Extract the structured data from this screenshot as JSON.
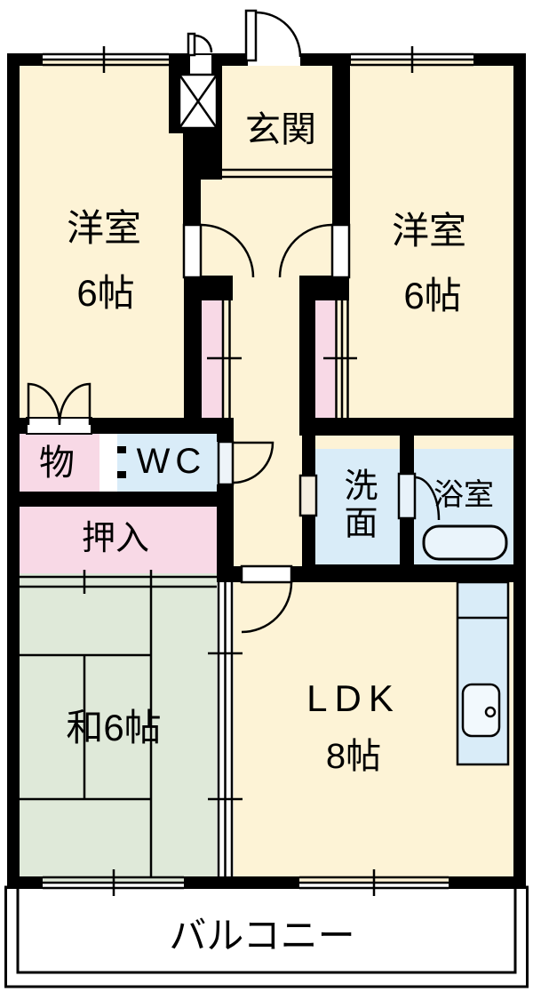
{
  "rooms": {
    "yoshitsu_left": {
      "name": "洋室",
      "size": "6帖"
    },
    "yoshitsu_right": {
      "name": "洋室",
      "size": "6帖"
    },
    "genkan": {
      "name": "玄関"
    },
    "mono": {
      "name": "物"
    },
    "wc": {
      "name": "WC"
    },
    "oshiire": {
      "name": "押入"
    },
    "senmen": {
      "name": "洗面"
    },
    "yokushitsu": {
      "name": "浴室"
    },
    "washitsu": {
      "name": "和6帖"
    },
    "ldk": {
      "name": "LDK",
      "size": "8帖"
    },
    "balcony": {
      "name": "バルコニー"
    }
  },
  "colors": {
    "wall": "#000000",
    "floor_cream": "#fdf3d6",
    "closet_pink": "#f8d9e6",
    "wet_area_blue": "#d9ecf8",
    "tatami_green": "#dfe9d9",
    "balcony_white": "#ffffff"
  }
}
